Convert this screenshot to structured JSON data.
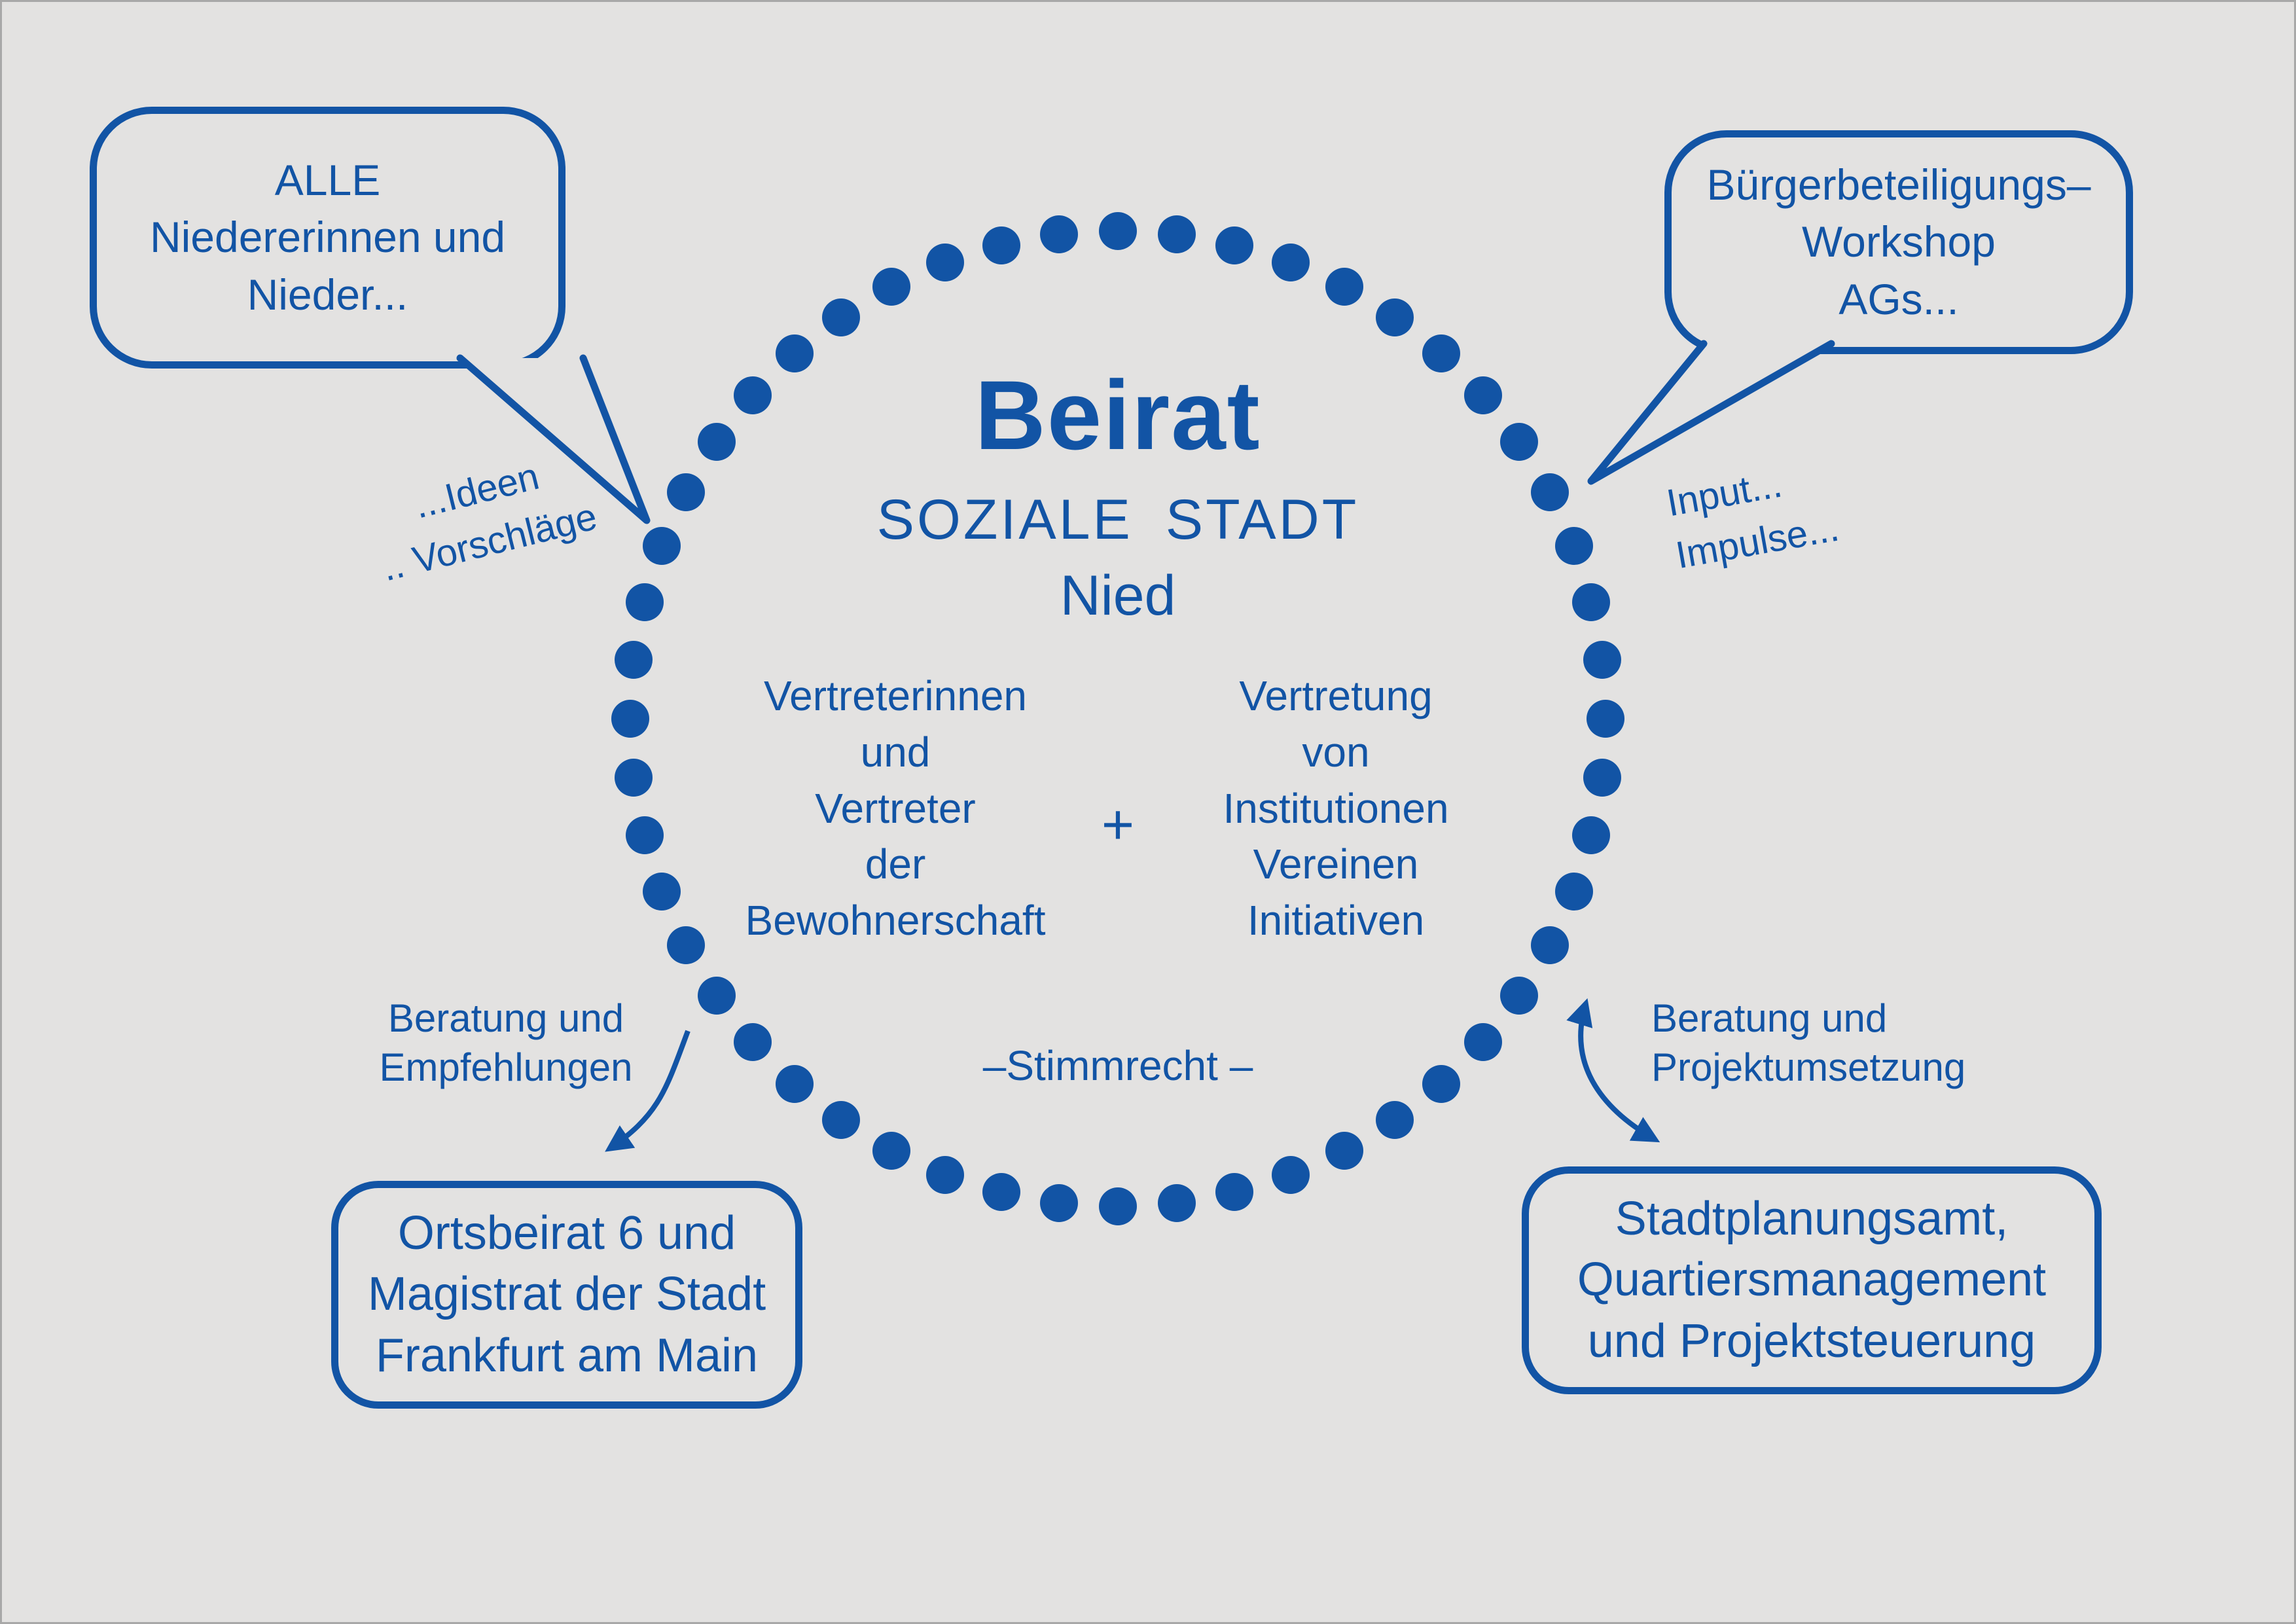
{
  "colors": {
    "accent_blue": "#1254a5",
    "background": "#e3e2e1"
  },
  "bubbles": {
    "top_left": {
      "lines": [
        "ALLE",
        "Niedererinnen und",
        "Nieder..."
      ]
    },
    "top_right": {
      "lines": [
        "Bürgerbeteiligungs–",
        "Workshop",
        "AGs..."
      ]
    }
  },
  "side_labels": {
    "ideas": {
      "lines": [
        "...Ideen",
        ".. Vorschläge"
      ]
    },
    "input": {
      "lines": [
        "Input...",
        "Impulse..."
      ]
    }
  },
  "circle": {
    "title": "Beirat",
    "subtitle_line1": "SOZIALE STADT",
    "subtitle_line2": "Nied",
    "left_column": [
      "Vertreterinnen",
      "und",
      "Vertreter",
      "der",
      "Bewohnerschaft"
    ],
    "plus_sign": "+",
    "right_column": [
      "Vertretung",
      "von",
      "Institutionen",
      "Vereinen",
      "Initiativen"
    ],
    "voting_note": "–Stimmrecht –"
  },
  "annotations": {
    "advice_left": {
      "lines": [
        "Beratung und",
        "Empfehlungen"
      ]
    },
    "advice_right": {
      "lines": [
        "Beratung und",
        "Projektumsetzung"
      ]
    }
  },
  "boxes": {
    "city": {
      "lines": [
        "Ortsbeirat 6 und",
        "Magistrat der Stadt",
        "Frankfurt am Main"
      ]
    },
    "planning": {
      "lines": [
        "Stadtplanungsamt,",
        "Quartiersmanagement",
        "und Projektsteuerung"
      ]
    }
  }
}
